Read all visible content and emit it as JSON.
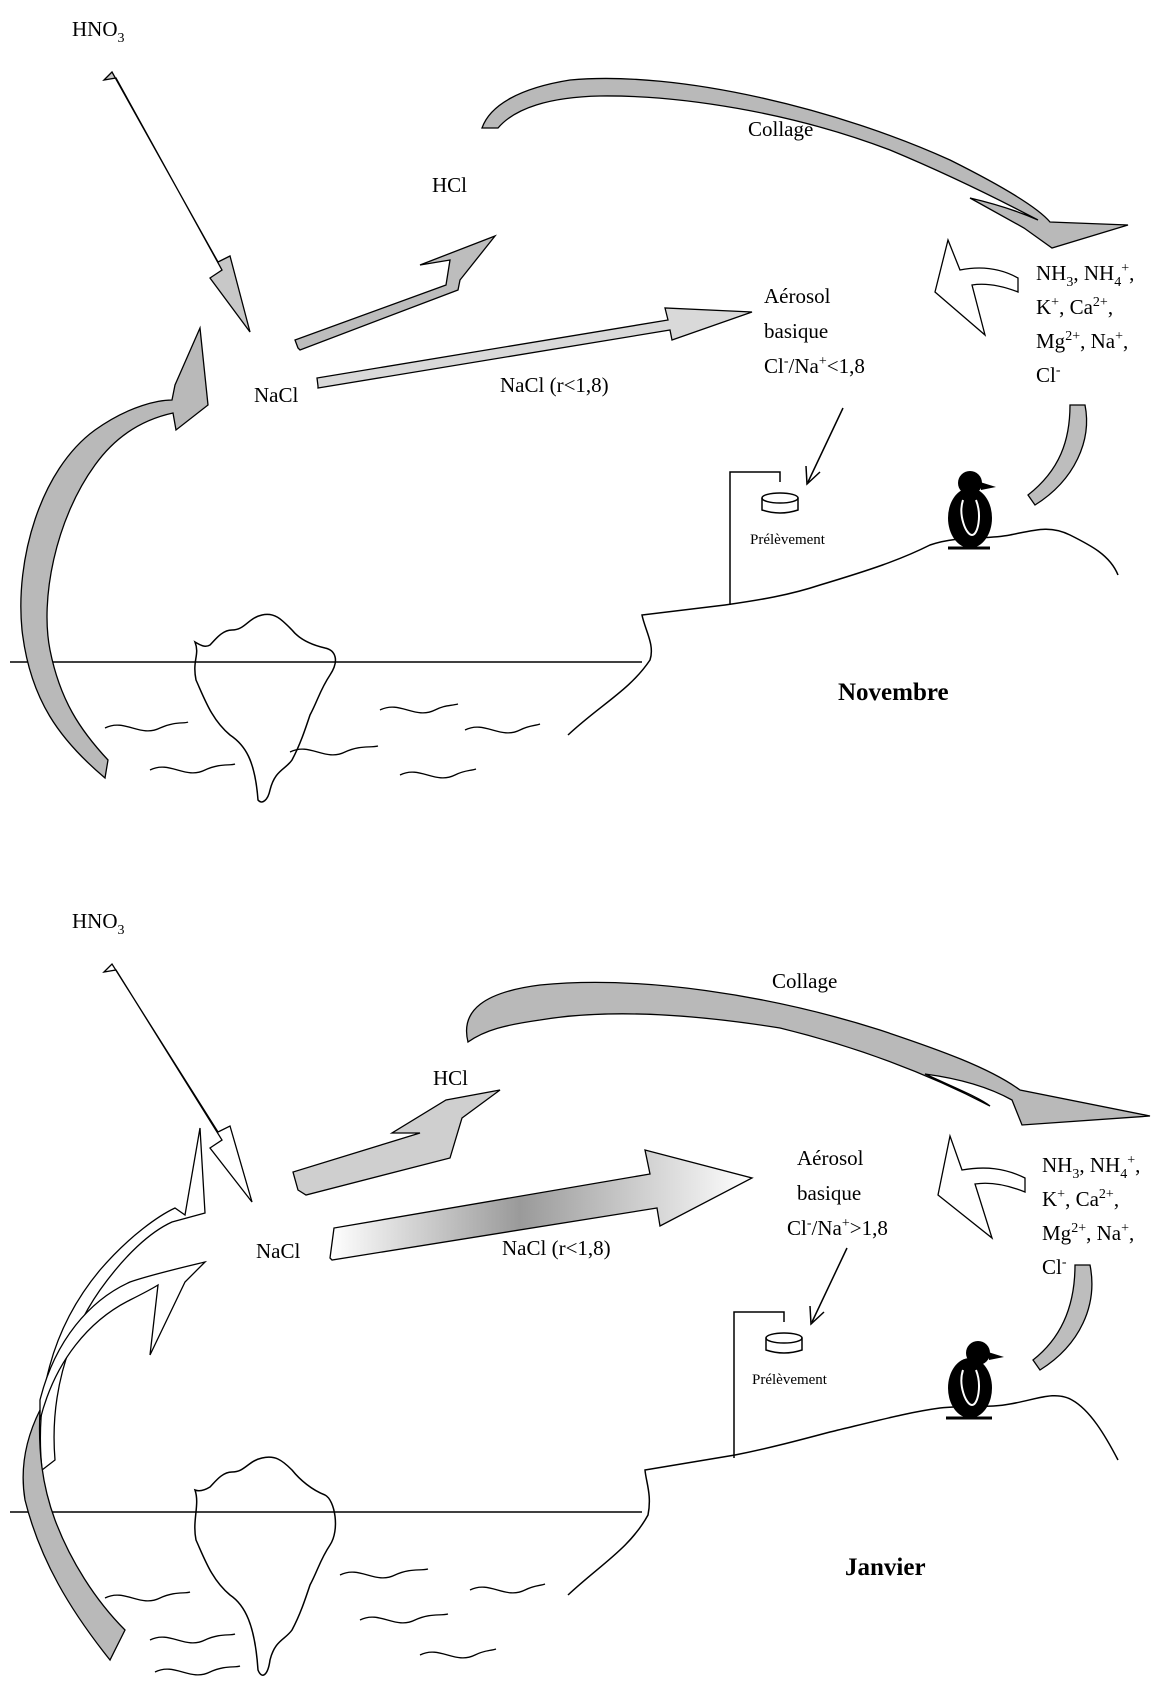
{
  "panels": [
    {
      "id": "novembre",
      "season": "Novembre",
      "hno3": {
        "base": "HNO",
        "sub": "3"
      },
      "hcl": "HCl",
      "collage": "Collage",
      "nacl_source": "NaCl",
      "nacl_flux": "NaCl (r<1,8)",
      "aerosol_line1": "Aérosol",
      "aerosol_line2": "basique",
      "ratio": {
        "a": "Cl",
        "a_sup": "-",
        "b": "/Na",
        "b_sup": "+",
        "rest": "<1,8"
      },
      "species": {
        "line1": [
          {
            "t": "NH"
          },
          {
            "t": "3",
            "sub": true
          },
          {
            "t": ", NH"
          },
          {
            "t": "4",
            "sub": true
          },
          {
            "t": "+",
            "sup": true
          },
          {
            "t": ","
          }
        ],
        "line2": [
          {
            "t": "K"
          },
          {
            "t": "+",
            "sup": true
          },
          {
            "t": ", Ca"
          },
          {
            "t": "2+",
            "sup": true
          },
          {
            "t": ","
          }
        ],
        "line3": [
          {
            "t": "Mg"
          },
          {
            "t": "2+",
            "sup": true
          },
          {
            "t": ", Na"
          },
          {
            "t": "+",
            "sup": true
          },
          {
            "t": ","
          }
        ],
        "line4": [
          {
            "t": "Cl"
          },
          {
            "t": "-",
            "sup": true
          }
        ]
      },
      "sampling": "Prélèvement"
    },
    {
      "id": "janvier",
      "season": "Janvier",
      "hno3": {
        "base": "HNO",
        "sub": "3"
      },
      "hcl": "HCl",
      "collage": "Collage",
      "nacl_source": "NaCl",
      "nacl_flux": "NaCl (r<1,8)",
      "aerosol_line1": "Aérosol",
      "aerosol_line2": "basique",
      "ratio": {
        "a": "Cl",
        "a_sup": "-",
        "b": "/Na",
        "b_sup": "+",
        "rest": ">1,8"
      },
      "species": {
        "line1": [
          {
            "t": "NH"
          },
          {
            "t": "3",
            "sub": true
          },
          {
            "t": ", NH"
          },
          {
            "t": "4",
            "sub": true
          },
          {
            "t": "+",
            "sup": true
          },
          {
            "t": ","
          }
        ],
        "line2": [
          {
            "t": "K"
          },
          {
            "t": "+",
            "sup": true
          },
          {
            "t": ", Ca"
          },
          {
            "t": "2+",
            "sup": true
          },
          {
            "t": ","
          }
        ],
        "line3": [
          {
            "t": "Mg"
          },
          {
            "t": "2+",
            "sup": true
          },
          {
            "t": ", Na"
          },
          {
            "t": "+",
            "sup": true
          },
          {
            "t": ","
          }
        ],
        "line4": [
          {
            "t": "Cl"
          },
          {
            "t": "-",
            "sup": true
          }
        ]
      },
      "sampling": "Prélèvement"
    }
  ],
  "colors": {
    "arrow_fill": "#b9b9b9",
    "arrow_light": "#d6d6d6",
    "stroke": "#000000"
  }
}
